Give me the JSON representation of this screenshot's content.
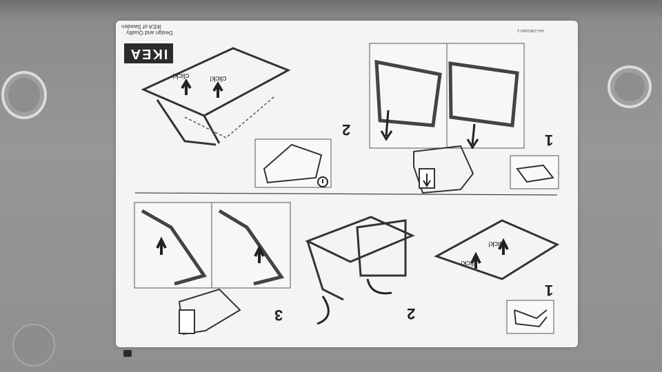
{
  "document": {
    "brand_logo": "IKEA",
    "brand_line_1": "Design and Quality",
    "brand_line_2": "IKEA of Sweden",
    "article_code": "AA-2381593-1"
  },
  "section_top": {
    "steps": [
      "1",
      "2"
    ],
    "click_labels": [
      "click!",
      "click!"
    ],
    "warning_icon": "exclamation-circle-icon"
  },
  "section_bottom": {
    "steps": [
      "1",
      "2",
      "3"
    ],
    "click_labels": [
      "click!",
      "click!"
    ]
  },
  "colors": {
    "background": "#909090",
    "paper": "#f4f4f4",
    "ink": "#2b2b2b",
    "ring": "#dcdcdc"
  }
}
